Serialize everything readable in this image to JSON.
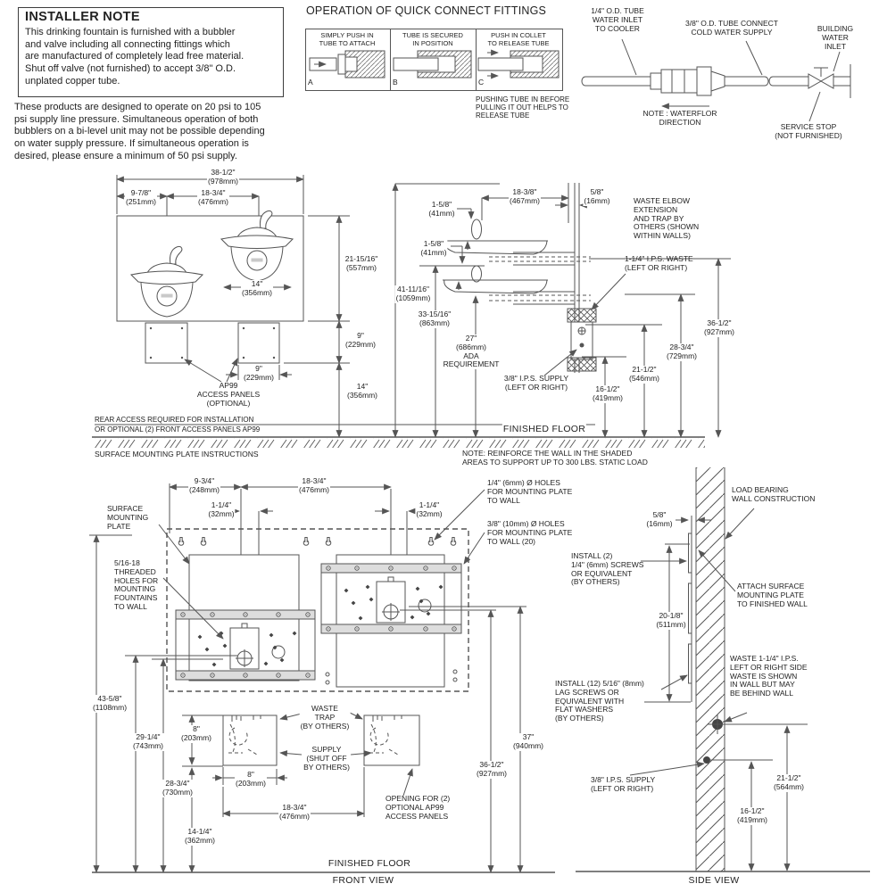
{
  "palette": {
    "line": "#555555",
    "text": "#222222",
    "plate_fill": "#dddddd",
    "background": "#ffffff"
  },
  "installer_note": {
    "title": "INSTALLER NOTE",
    "body": "This drinking fountain is furnished with a bubbler\nand valve including all connecting fittings which\nare manufactured of completely lead free material.\nShut off valve (not furnished) to accept 3/8\" O.D.\nunplated copper tube.",
    "pressure_note": "These products are designed to operate on 20 psi to 105\npsi supply line pressure. Simultaneous operation of both\nbubblers on a bi-level unit may not be possible depending\non water supply pressure. If simultaneous operation is\ndesired, please ensure a minimum of 50 psi supply."
  },
  "quick_connect": {
    "title": "OPERATION OF QUICK CONNECT FITTINGS",
    "step_a": {
      "letter": "A",
      "caption": "SIMPLY PUSH IN\nTUBE TO ATTACH"
    },
    "step_b": {
      "letter": "B",
      "caption": "TUBE IS SECURED\nIN POSITION"
    },
    "step_c": {
      "letter": "C",
      "caption": "PUSH IN COLLET\nTO RELEASE TUBE"
    },
    "note": "PUSHING TUBE IN BEFORE\nPULLING IT OUT HELPS TO\nRELEASE TUBE"
  },
  "water_line": {
    "inlet": "1/4\" O.D. TUBE\nWATER INLET\nTO COOLER",
    "cold_supply": "3/8\" O.D. TUBE CONNECT\nCOLD WATER SUPPLY",
    "building_inlet": "BUILDING WATER\nINLET",
    "flow_note": "NOTE : WATERFLOR\nDIRECTION",
    "service_stop": "SERVICE STOP\n(NOT FURNISHED)"
  },
  "front_elevation": {
    "w_overall": "38-1/2\"\n(978mm)",
    "w_left": "9-7/8\"\n(251mm)",
    "w_center": "18-3/4\"\n(476mm)",
    "h_cabinet": "21-15/16\"\n(557mm)",
    "w_fountain": "14\"\n(356mm)",
    "h_panel": "9\"\n(229mm)",
    "w_panel": "9\"\n(229mm)",
    "h_floor": "14\"\n(356mm)",
    "ap99": "AP99\nACCESS PANELS\n(OPTIONAL)"
  },
  "side_elevation": {
    "d_depth": "18-3/8\"\n(467mm)",
    "d_plate": "5/8\"\n(16mm)",
    "d_bubbler_hi": "1-5/8\"\n(41mm)",
    "d_bubbler_lo": "1-5/8\"\n(41mm)",
    "h_total": "41-11/16\"\n(1059mm)",
    "h_low_bubbler": "33-15/16\"\n(863mm)",
    "h_ada": "27\"\n(686mm)\nADA\nREQUIREMENT",
    "supply_label": "3/8\" I.P.S. SUPPLY\n(LEFT OR RIGHT)",
    "h_supply": "16-1/2\"\n(419mm)",
    "h_waste": "21-1/2\"\n(546mm)",
    "h_low_rim": "28-3/4\"\n(729mm)",
    "h_hi_rim": "36-1/2\"\n(927mm)",
    "waste_elbow": "WASTE ELBOW\nEXTENSION\nAND TRAP BY\nOTHERS (SHOWN\nWITHIN WALLS)",
    "waste_label": "1-1/4\" I.P.S. WASTE\n(LEFT OR RIGHT)"
  },
  "floor_band": {
    "rear_access_1": "REAR ACCESS REQUIRED FOR INSTALLATION",
    "rear_access_2": "OR OPTIONAL (2) FRONT ACCESS PANELS AP99",
    "finished_floor": "FINISHED FLOOR",
    "surface_note": "SURFACE MOUNTING PLATE INSTRUCTIONS",
    "reinforce_note": "NOTE: REINFORCE THE WALL IN THE SHADED\nAREAS TO SUPPORT UP TO 300 LBS. STATIC LOAD"
  },
  "mounting_front": {
    "plate_label": "SURFACE\nMOUNTING\nPLATE",
    "threaded_label": "5/16-18\nTHREADED\nHOLES FOR\nMOUNTING\nFOUNTAINS\nTO WALL",
    "holes_quarter": "1/4\" (6mm) Ø HOLES\nFOR MOUNTING PLATE\nTO WALL",
    "holes_three_eighths": "3/8\" (10mm) Ø HOLES\nFOR MOUNTING PLATE\nTO WALL (20)",
    "w_left": "9-3/4\"\n(248mm)",
    "w_center": "18-3/4\"\n(476mm)",
    "off_left": "1-1/4\"\n(32mm)",
    "off_right": "1-1/4\"\n(32mm)",
    "h_total": "43-5/8\"\n(1108mm)",
    "h_upper": "29-1/4\"\n(743mm)",
    "h_lower": "28-3/4\"\n(730mm)",
    "h_open": "8\"\n(203mm)",
    "h_open_floor": "14-1/4\"\n(362mm)",
    "w_open": "8\"\n(203mm)",
    "w_open_span": "18-3/4\"\n(476mm)",
    "waste_trap": "WASTE\nTRAP\n(BY OTHERS)",
    "supply": "SUPPLY\n(SHUT OFF\nBY OTHERS)",
    "opening": "OPENING FOR (2)\nOPTIONAL AP99\nACCESS PANELS",
    "h_right_37": "37\"\n(940mm)",
    "h_right_365": "36-1/2\"\n(927mm)",
    "view_label": "FRONT VIEW"
  },
  "mounting_side": {
    "wall_label": "LOAD BEARING\nWALL CONSTRUCTION",
    "d_plate": "5/8\"\n(16mm)",
    "screws_label": "INSTALL (2)\n1/4\" (6mm) SCREWS\nOR EQUIVALENT\n(BY OTHERS)",
    "h_plate": "20-1/8\"\n(511mm)",
    "attach_label": "ATTACH SURFACE\nMOUNTING PLATE\nTO FINISHED WALL",
    "waste_label": "WASTE 1-1/4\" I.P.S.\nLEFT OR RIGHT SIDE\nWASTE IS SHOWN\nIN WALL BUT MAY\nBE BEHIND WALL",
    "lag_label": "INSTALL (12) 5/16\" (8mm)\nLAG SCREWS OR\nEQUIVALENT WITH\nFLAT WASHERS\n(BY OTHERS)",
    "supply_label": "3/8\" I.P.S. SUPPLY\n(LEFT OR RIGHT)",
    "h_waste": "21-1/2\"\n(564mm)",
    "h_supply": "16-1/2\"\n(419mm)",
    "view_label": "SIDE VIEW"
  }
}
